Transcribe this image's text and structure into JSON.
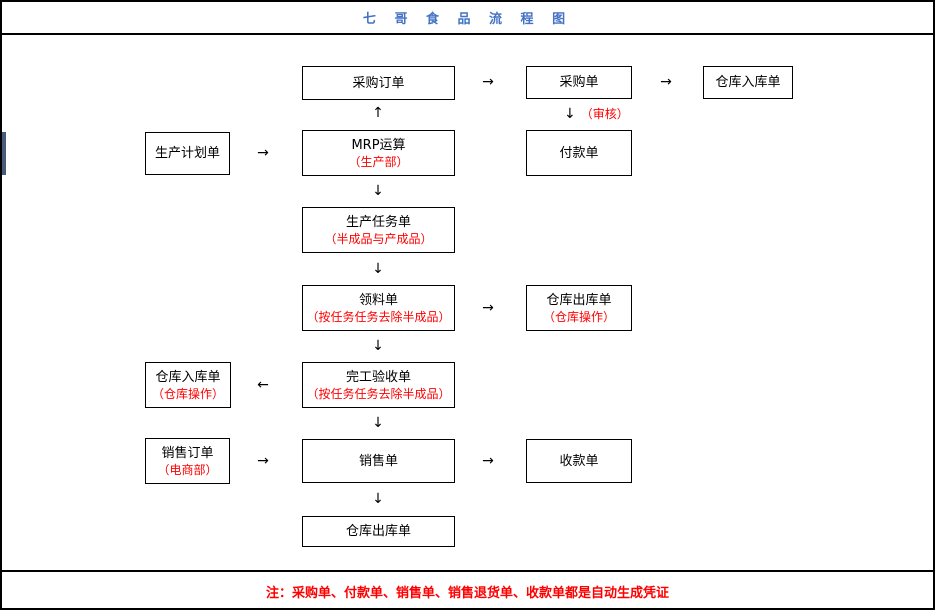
{
  "title": "七 哥 食 品 流 程 图",
  "footer": {
    "note": "注：采购单、付款单、销售单、销售退货单、收款单都是自动生成凭证"
  },
  "glyphs": {
    "right": "→",
    "left": "←",
    "up": "↑",
    "down": "↓"
  },
  "audit_label": "（审核）",
  "colors": {
    "title_blue": "#4472C4",
    "accent_red": "#FF0000",
    "line_black": "#000000",
    "left_marker_blue": "#4A5A7A"
  },
  "nodes": [
    {
      "label": "采购订单"
    },
    {
      "label": "采购单"
    },
    {
      "label": "仓库入库单"
    },
    {
      "label": "生产计划单"
    },
    {
      "label": "MRP运算",
      "sub": "（生产部）"
    },
    {
      "label": "付款单"
    },
    {
      "label": "生产任务单",
      "sub": "（半成品与产成品）"
    },
    {
      "label": "领料单",
      "sub": "（按任务任务去除半成品）"
    },
    {
      "label": "仓库出库单",
      "sub": "（仓库操作）"
    },
    {
      "label": "仓库入库单",
      "sub": "（仓库操作）"
    },
    {
      "label": "完工验收单",
      "sub": "（按任务任务去除半成品）"
    },
    {
      "label": "销售订单",
      "sub": "（电商部）"
    },
    {
      "label": "销售单"
    },
    {
      "label": "收款单"
    },
    {
      "label": "仓库出库单"
    }
  ]
}
